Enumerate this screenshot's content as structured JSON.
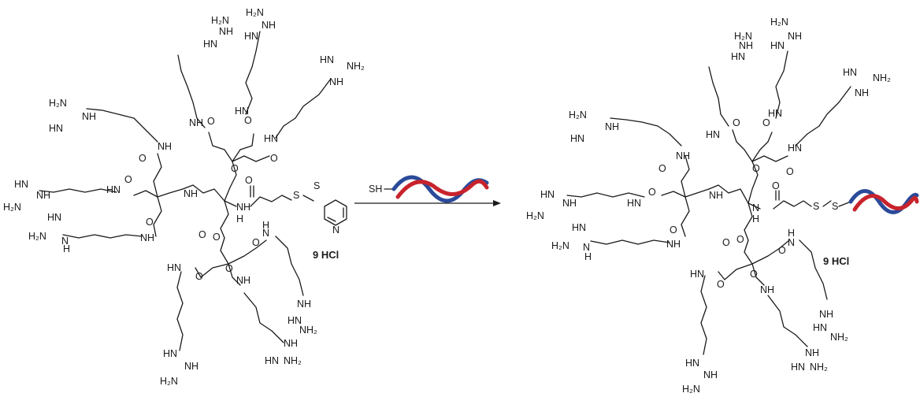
{
  "labels": {
    "NH": "NH",
    "HN": "HN",
    "H2N": "H₂N",
    "NH2": "NH₂",
    "H": "H",
    "N": "N",
    "O": "O",
    "S": "S",
    "SH": "SH"
  },
  "reactant": {
    "salt": "9 HCl"
  },
  "reagent": {
    "thiol": "SH"
  },
  "product": {
    "salt": "9 HCl"
  },
  "colors": {
    "strand_blue": "#2b4a9a",
    "strand_red": "#c8232c",
    "ink": "#1a1a1a"
  }
}
